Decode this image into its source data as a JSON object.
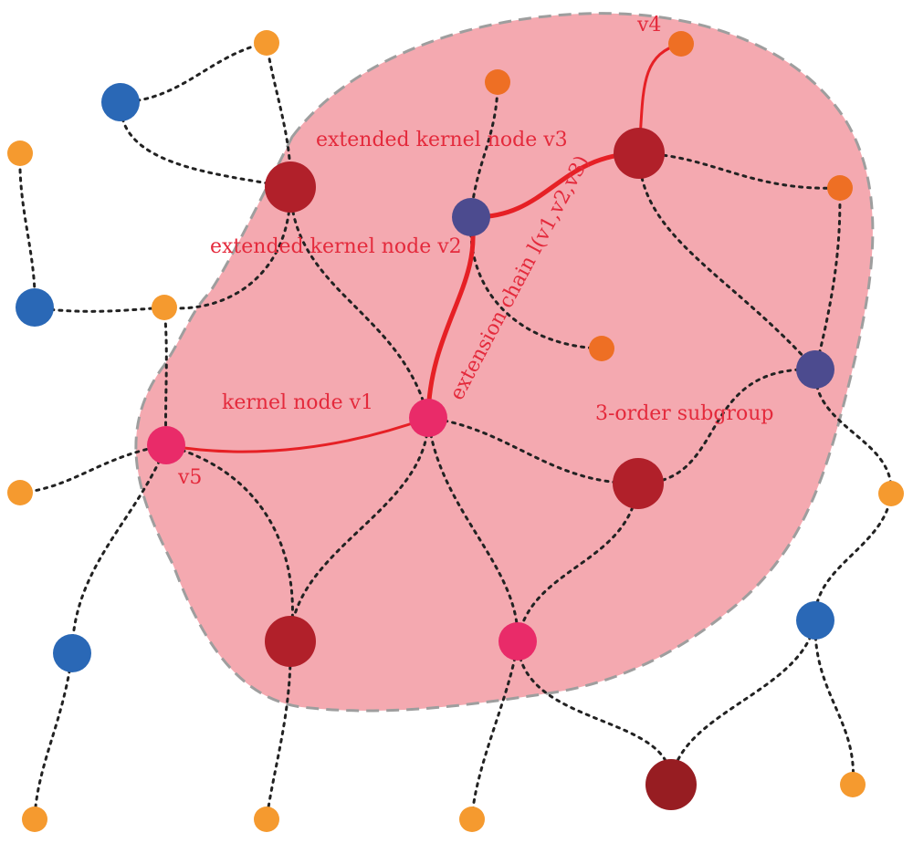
{
  "colors": {
    "region_fill": "#f4a9b0",
    "region_stroke": "#9e9e9e",
    "edge": "#222222",
    "chain": "#e62025",
    "label": "#e42a3c",
    "node_orange": "#f59a2f",
    "node_orange_dark": "#ee6f24",
    "node_blue": "#2a68b6",
    "node_purple": "#4c4b8f",
    "node_red": "#b1202a",
    "node_red_dark": "#971d22",
    "node_pink": "#e92b69"
  },
  "labels": {
    "v3": "extended kernel node v3",
    "v2": "extended kernel node v2",
    "v1": "kernel node v1",
    "v4": "v4",
    "v5": "v5",
    "chain": "extension chain l(v1,v2,v3)",
    "subgroup": "3-order subgroup"
  }
}
